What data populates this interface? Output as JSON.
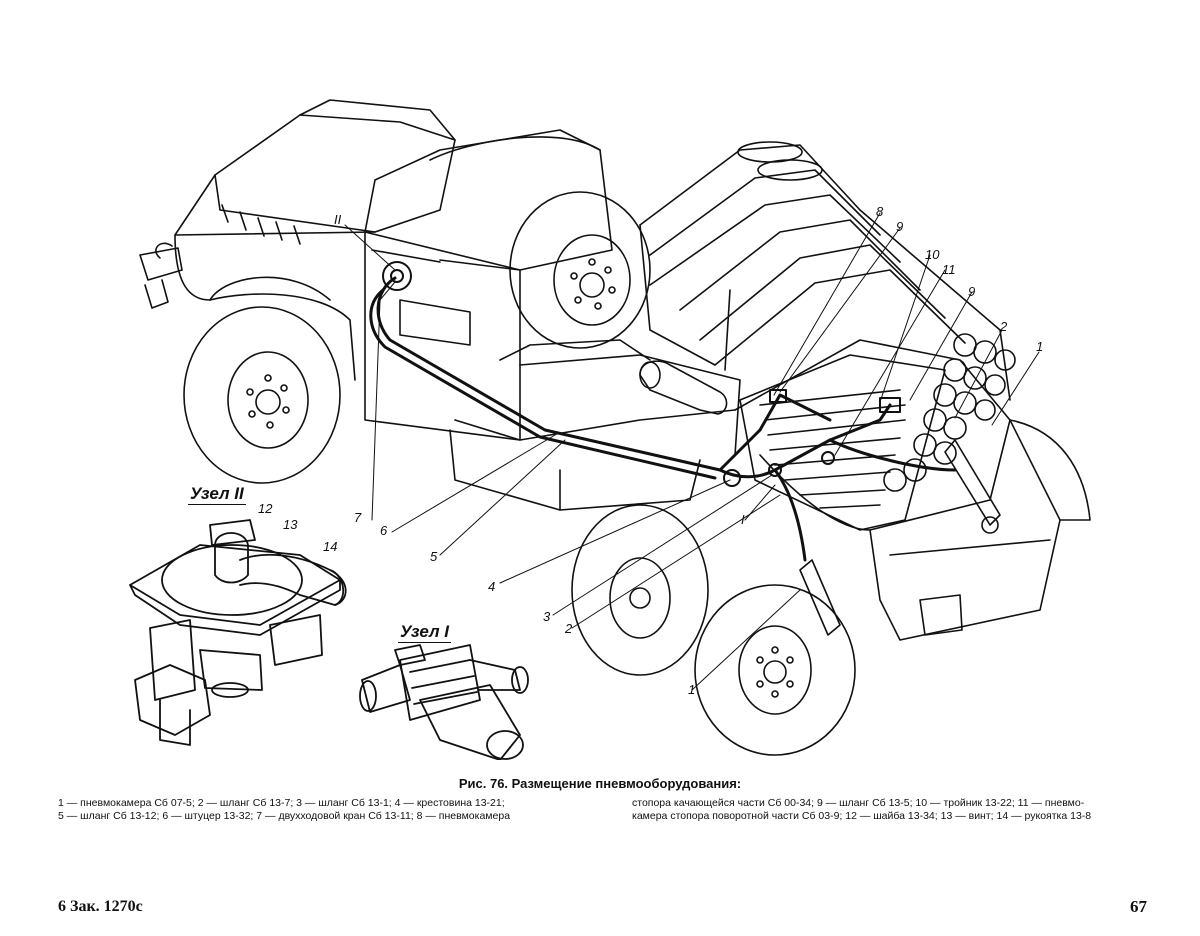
{
  "figure": {
    "node_titles": {
      "node2": "Узел II",
      "node1": "Узел I"
    },
    "callouts": {
      "c1a": "1",
      "c1b": "1",
      "c2a": "2",
      "c2b": "2",
      "c3": "3",
      "c4": "4",
      "c5": "5",
      "c6": "6",
      "c7": "7",
      "c8": "8",
      "c9a": "9",
      "c9b": "9",
      "c10": "10",
      "c11": "11",
      "c12": "12",
      "c13": "13",
      "c14": "14",
      "cI": "I",
      "cII": "II"
    }
  },
  "caption": {
    "title": "Рис. 76. Размещение пневмооборудования:",
    "left_lines": [
      "1 — пневмокамера  Сб 07-5;  2 — шланг  Сб 13-7;  3 — шланг  Сб 13-1;  4 — крестовина  13-21;",
      "5 — шланг Сб 13-12;  6 — штуцер 13-32;  7 — двухходовой  кран  Сб 13-11;  8 — пневмокамера"
    ],
    "right_lines": [
      "стопора качающейся части Сб 00-34;  9 — шланг Сб 13-5;  10 — тройник 13-22;  11 — пневмо-",
      "камера  стопора поворотной части  Сб 03-9;  12 — шайба 13-34;  13 — винт;  14 — рукоятка  13-8"
    ]
  },
  "footer": {
    "left": "6 Зак. 1270с",
    "page_number": "67"
  }
}
